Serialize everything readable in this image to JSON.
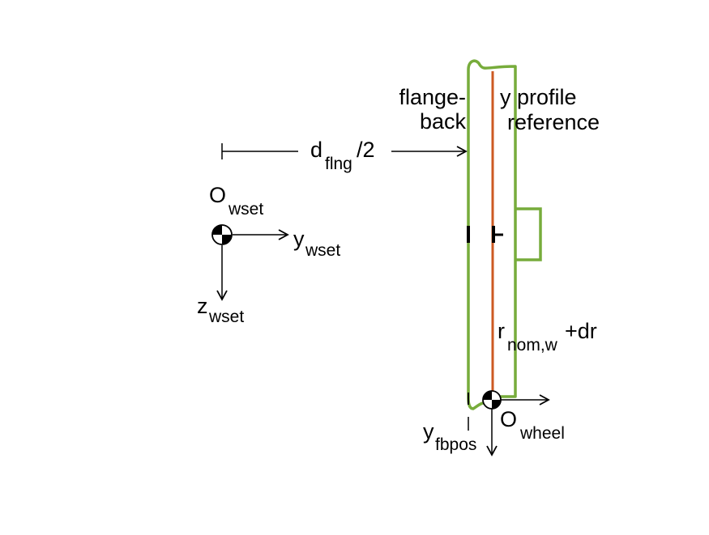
{
  "diagram": {
    "labels": {
      "flange_back_line1": "flange-",
      "flange_back_line2": "back",
      "y_profile_ref_line1": "y profile",
      "y_profile_ref_line2": "reference",
      "d_flng_main": "d",
      "d_flng_sub": "flng",
      "d_flng_suffix": "/2",
      "o_wset_main": "O",
      "o_wset_sub": "wset",
      "y_wset_main": "y",
      "y_wset_sub": "wset",
      "z_wset_main": "z",
      "z_wset_sub": "wset",
      "r_nom_main": "r",
      "r_nom_sub": "nom,w",
      "r_nom_suffix": "+dr",
      "y_fbpos_main": "y",
      "y_fbpos_sub": "fbpos",
      "o_wheel_main": "O",
      "o_wheel_sub": "wheel"
    },
    "colors": {
      "wheel_outline": "#77ac3b",
      "axle_fade": "#c5dba8",
      "profile_reference_line": "#cc5a22",
      "annotation": "#000000"
    },
    "icons": {
      "wheelset_origin": "center-of-mass-icon",
      "wheel_origin": "center-of-mass-icon"
    }
  }
}
